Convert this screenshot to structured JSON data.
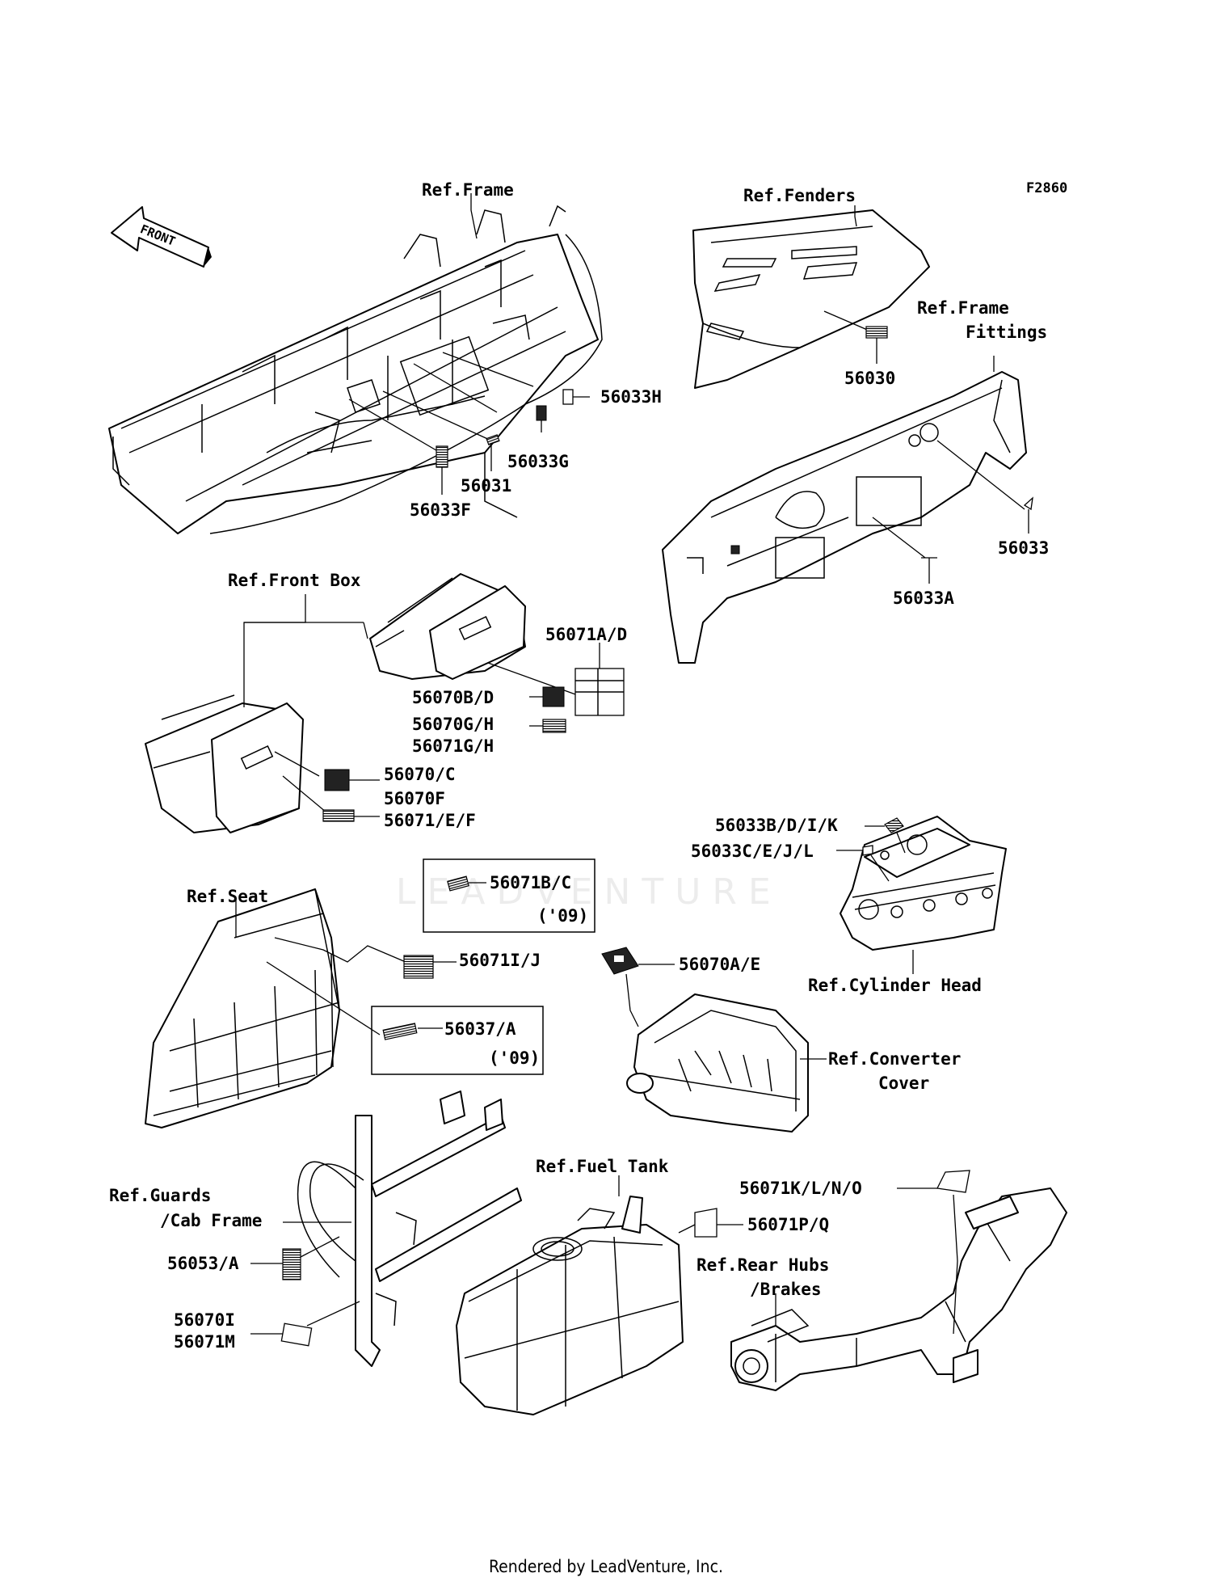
{
  "diagram_code": "F2860",
  "front_arrow": "FRONT",
  "watermark": "LEADVENTURE",
  "footer": "Rendered by LeadVenture, Inc.",
  "refs": {
    "frame": "Ref.Frame",
    "fenders": "Ref.Fenders",
    "frame_fittings_1": "Ref.Frame",
    "frame_fittings_2": "Fittings",
    "front_box": "Ref.Front Box",
    "seat": "Ref.Seat",
    "cylinder_head": "Ref.Cylinder Head",
    "converter_cover_1": "Ref.Converter",
    "converter_cover_2": "Cover",
    "guards_1": "Ref.Guards",
    "guards_2": "/Cab Frame",
    "fuel_tank": "Ref.Fuel Tank",
    "rear_hubs_1": "Ref.Rear Hubs",
    "rear_hubs_2": "/Brakes"
  },
  "parts": {
    "p56033H": "56033H",
    "p56033G": "56033G",
    "p56031": "56031",
    "p56033F": "56033F",
    "p56030": "56030",
    "p56033": "56033",
    "p56033A": "56033A",
    "p56071AD": "56071A/D",
    "p56070BD": "56070B/D",
    "p56070GH": "56070G/H",
    "p56071GH": "56071G/H",
    "p56070C": "56070/C",
    "p56070F": "56070F",
    "p56071EF": "56071/E/F",
    "p56033BDIK": "56033B/D/I/K",
    "p56033CEJL": "56033C/E/J/L",
    "p56071BC": "56071B/C",
    "y09a": "('09)",
    "p56071IJ": "56071I/J",
    "p56070AE": "56070A/E",
    "p56037A": "56037/A",
    "y09b": "('09)",
    "p56071KLNO": "56071K/L/N/O",
    "p56071PQ": "56071P/Q",
    "p56053A": "56053/A",
    "p56070I": "56070I",
    "p56071M": "56071M"
  }
}
